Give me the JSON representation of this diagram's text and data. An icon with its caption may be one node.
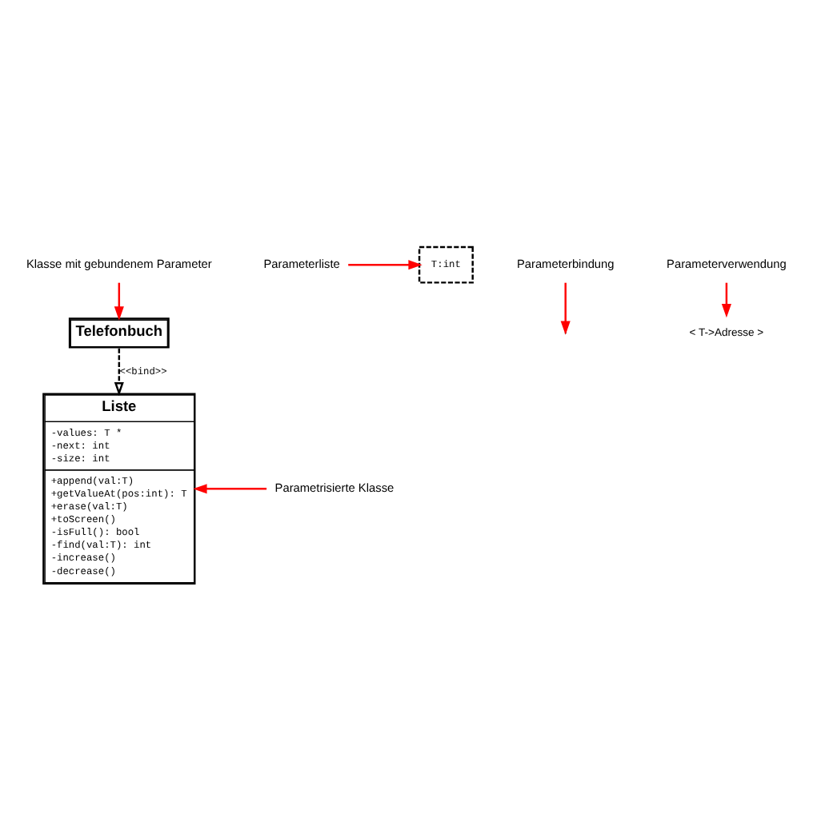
{
  "diagram": {
    "nodes": [
      {
        "text": [
          "Liste",
          "-values: T *",
          "-next: int",
          "-size: int",
          "+append(val:T)",
          "+getValueAt(pos:int): T",
          "+erase(val:T)",
          "+toScreen()",
          "-isFull(): bool",
          "-find(val:T): int",
          "-increase()",
          "-decrease()"
        ]
      },
      {
        "text": [
          "T:int"
        ]
      },
      {
        "text": [
          "Telefonbuch"
        ]
      },
      {
        "text": [
          "Parameterliste"
        ]
      },
      {
        "text": [
          "Parametrisierte Klasse"
        ]
      },
      {
        "text": [
          "Parameterbindung"
        ]
      },
      {
        "text": [
          "< T->Adresse >"
        ]
      },
      {
        "text": [
          "Parameterverwendung"
        ]
      },
      {
        "text": [
          "Klasse mit gebundenem Parameter"
        ]
      }
    ],
    "edges": [
      {
        "from": 2,
        "to": 0,
        "arrow": "to",
        "label": "<<bind>>",
        "style": "dashed",
        "color": "#000000"
      },
      {
        "from": 3,
        "to": 1,
        "arrow": "to"
      },
      {
        "from": 4,
        "to": 0,
        "arrow": "to"
      },
      {
        "from": 5,
        "to": null,
        "arrow": "to"
      },
      {
        "from": 7,
        "to": 6,
        "arrow": "to"
      },
      {
        "from": 8,
        "to": 2,
        "arrow": "to"
      }
    ]
  }
}
